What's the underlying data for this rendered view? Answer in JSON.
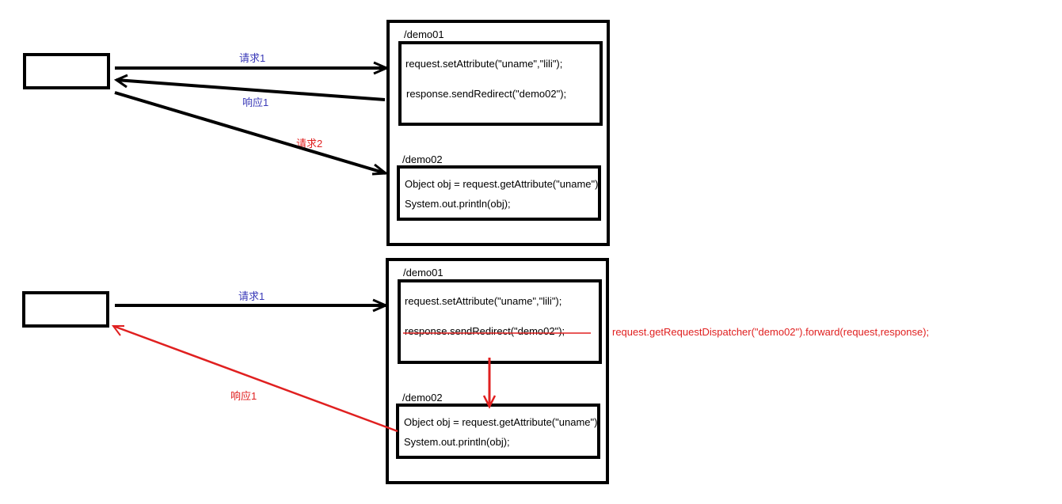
{
  "top": {
    "container_label": "/demo01",
    "demo01_line1": "request.setAttribute(\"uname\",\"lili\");",
    "demo01_line2": "response.sendRedirect(\"demo02\");",
    "demo02_label": "/demo02",
    "demo02_line1": "Object obj = request.getAttribute(\"uname\");",
    "demo02_line2": "System.out.println(obj);",
    "req1": "请求1",
    "resp1": "响应1",
    "req2": "请求2"
  },
  "bottom": {
    "container_label": "/demo01",
    "demo01_line1": "request.setAttribute(\"uname\",\"lili\");",
    "demo01_line2_struck": "response.sendRedirect(\"demo02\");",
    "forward_code": "request.getRequestDispatcher(\"demo02\").forward(request,response);",
    "demo02_label": "/demo02",
    "demo02_line1": "Object obj = request.getAttribute(\"uname\");",
    "demo02_line2": "System.out.println(obj);",
    "req1": "请求1",
    "resp1": "响应1"
  },
  "colors": {
    "blue_label": "#3a3ab8",
    "red": "#e02020",
    "stroke": "#000000"
  }
}
